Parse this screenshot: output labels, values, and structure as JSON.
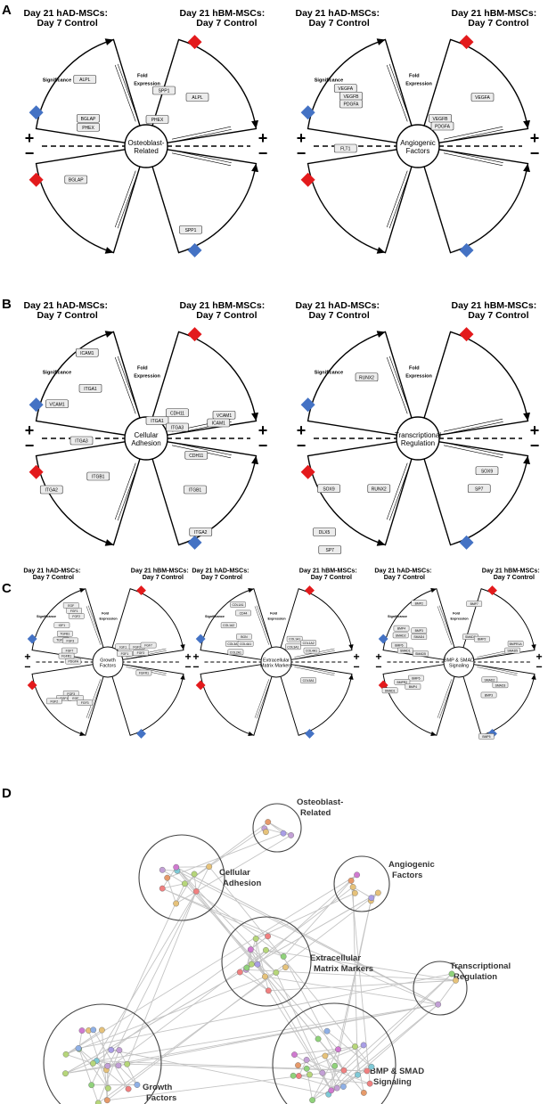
{
  "panel_labels": {
    "a": "A",
    "b": "B",
    "c": "C",
    "d": "D"
  },
  "headers": {
    "had": [
      "Day 21 hAD-MSCs:",
      "Day 7 Control"
    ],
    "hbm": [
      "Day 21 hBM-MSCs:",
      "Day 7 Control"
    ]
  },
  "legend": {
    "significance": "Significance",
    "fold_expression": [
      "Fold",
      "Expression"
    ],
    "plus": "+",
    "minus": "−"
  },
  "colors": {
    "significance_blue": "#4472c4",
    "significance_red": "#e31a1c",
    "outline": "#000000",
    "gene_box": "#ececec",
    "network_edge": "#c4c4c4"
  },
  "roses": {
    "osteoblast": {
      "title": [
        "Osteoblast-",
        "Related"
      ],
      "genes": [
        "ALPL",
        "BGLAP",
        "PHEX",
        "SPP1",
        "PHEX",
        "ALPL",
        "BGLAP",
        "SPP1"
      ]
    },
    "angiogenic": {
      "title": [
        "Angiogenic",
        "Factors"
      ],
      "genes": [
        "VEGFA",
        "VEGFB",
        "PDGFA",
        "FLT1",
        "VEGFB",
        "VEGFA",
        "PDGFA"
      ]
    },
    "adhesion": {
      "title": [
        "Cellular",
        "Adhesion"
      ],
      "genes": [
        "ICAM1",
        "ITGA1",
        "VCAM1",
        "ITGA3",
        "CDH11",
        "ITGA1",
        "ITGA3",
        "VCAM1",
        "ICAM1",
        "ITGB1",
        "ITGA2",
        "CDH11",
        "ITGB1",
        "ITGA2"
      ]
    },
    "transcriptional": {
      "title": [
        "Transcriptional",
        "Regulation"
      ],
      "genes": [
        "RUNX2",
        "SOX9",
        "RUNX2",
        "DLX5",
        "SP7",
        "SOX9",
        "SP7"
      ]
    },
    "growth": {
      "title": [
        "Growth",
        "Factors"
      ],
      "genes": [
        "EGF",
        "FGF1",
        "FGF2",
        "IGF1",
        "TGFB1",
        "TGFB2",
        "FGF3",
        "FGF7",
        "FGFR1",
        "PDGFA",
        "IGF1",
        "FGF2",
        "FGF7",
        "FGF1",
        "FGF2",
        "FGFR1",
        "FGF3",
        "FGF1",
        "EGF",
        "FGF2",
        "FGF3"
      ]
    },
    "ecm": {
      "title": [
        "Extracellular",
        "Matrix Markers"
      ],
      "genes": [
        "COL1A1",
        "CD44",
        "COL1A2",
        "BGN",
        "COL3A1",
        "COL4A1",
        "COL2A1",
        "COL1A1",
        "COL1A2",
        "COL3A1",
        "COL4A1",
        "COL5A1"
      ]
    },
    "bmp": {
      "title": [
        "BMP & SMAD",
        "Signaling"
      ],
      "genes": [
        "BMP2",
        "BMP4",
        "BMP3",
        "SMAD2",
        "SMAD4",
        "BMP6",
        "SMAD1",
        "SMAD5",
        "BMP7",
        "SMAD3",
        "BMP2",
        "BMPR1A",
        "SMAD5",
        "BMP6",
        "BMPR2",
        "BMP4",
        "SMAD1",
        "SMAD2",
        "SMAD3",
        "BMP3",
        "BMP5"
      ]
    }
  },
  "network": {
    "clusters": [
      {
        "label": [
          "Osteoblast-",
          "Related"
        ]
      },
      {
        "label": [
          "Cellular",
          "Adhesion"
        ]
      },
      {
        "label": [
          "Angiogenic",
          "Factors"
        ]
      },
      {
        "label": [
          "Extracellular",
          "Matrix Markers"
        ]
      },
      {
        "label": [
          "Transcriptional",
          "Regulation"
        ]
      },
      {
        "label": [
          "Growth",
          "Factors"
        ]
      },
      {
        "label": [
          "BMP & SMAD",
          "Signaling"
        ]
      }
    ],
    "node_colors": [
      "#90d27b",
      "#a99ee6",
      "#f08080",
      "#c3a0d6",
      "#e6c27a",
      "#7fc9d6",
      "#d07ad0",
      "#b6d67a",
      "#e69a6a",
      "#8fb0e6"
    ]
  }
}
